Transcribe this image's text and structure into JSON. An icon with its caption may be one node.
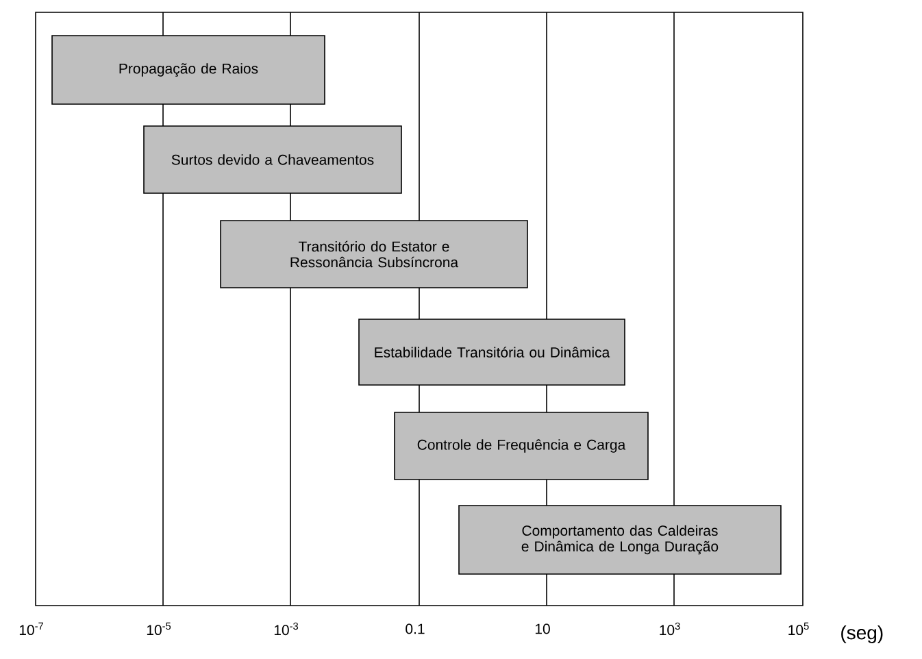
{
  "diagram": {
    "nodes": [
      {
        "text": [
          "Propagação de Raios"
        ]
      },
      {
        "text": [
          "Surtos devido a Chaveamentos"
        ]
      },
      {
        "text": [
          "Transitório do Estator e Ressonância Subsíncrona"
        ]
      },
      {
        "text": [
          "Estabilidade Transitória ou Dinâmica"
        ]
      },
      {
        "text": [
          "Controle de Frequência e Carga"
        ]
      },
      {
        "text": [
          "Comportamento das Caldeiras e Dinâmica de Longa Duração"
        ]
      }
    ],
    "labels": [
      "10$^{-7}$",
      "10$^{-5}$",
      "10$^{-3}$",
      "0.1",
      "10",
      "10$^{3}$",
      "10$^{5}$",
      "(seg)"
    ]
  }
}
